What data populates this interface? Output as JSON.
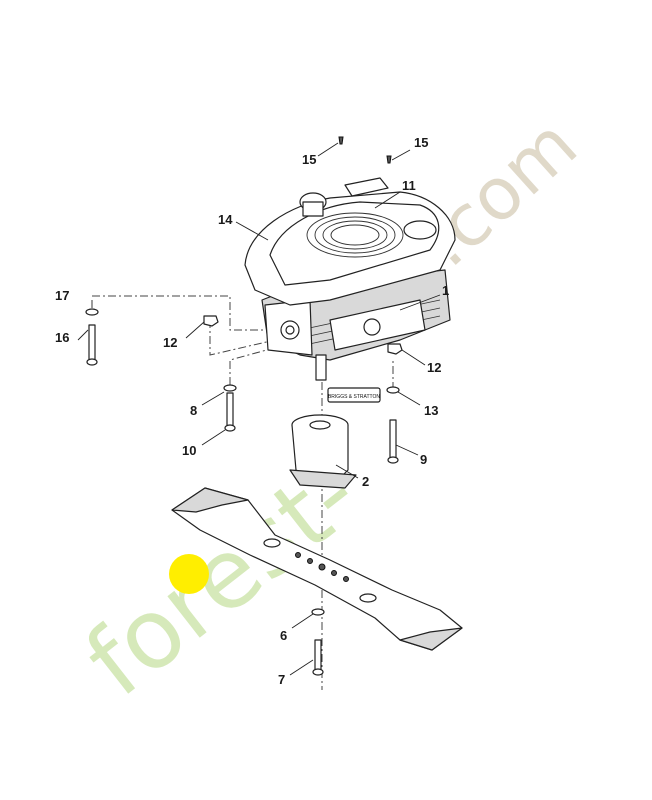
{
  "callouts": {
    "c1": "1",
    "c2": "2",
    "c6": "6",
    "c7": "7",
    "c8": "8",
    "c9": "9",
    "c10": "10",
    "c11": "11",
    "c12a": "12",
    "c12b": "12",
    "c13": "13",
    "c14": "14",
    "c15a": "15",
    "c15b": "15",
    "c16": "16",
    "c17": "17"
  },
  "engine_badge": "BRIGGS & STRATTON",
  "watermark": {
    "text_main": "forest-",
    "text_dot_com": ".com"
  },
  "colors": {
    "marker": "#ffee00",
    "watermark_green": "#cfe6ae",
    "watermark_orange": "#f7c98a",
    "watermark_beige": "#ddd5c4"
  }
}
